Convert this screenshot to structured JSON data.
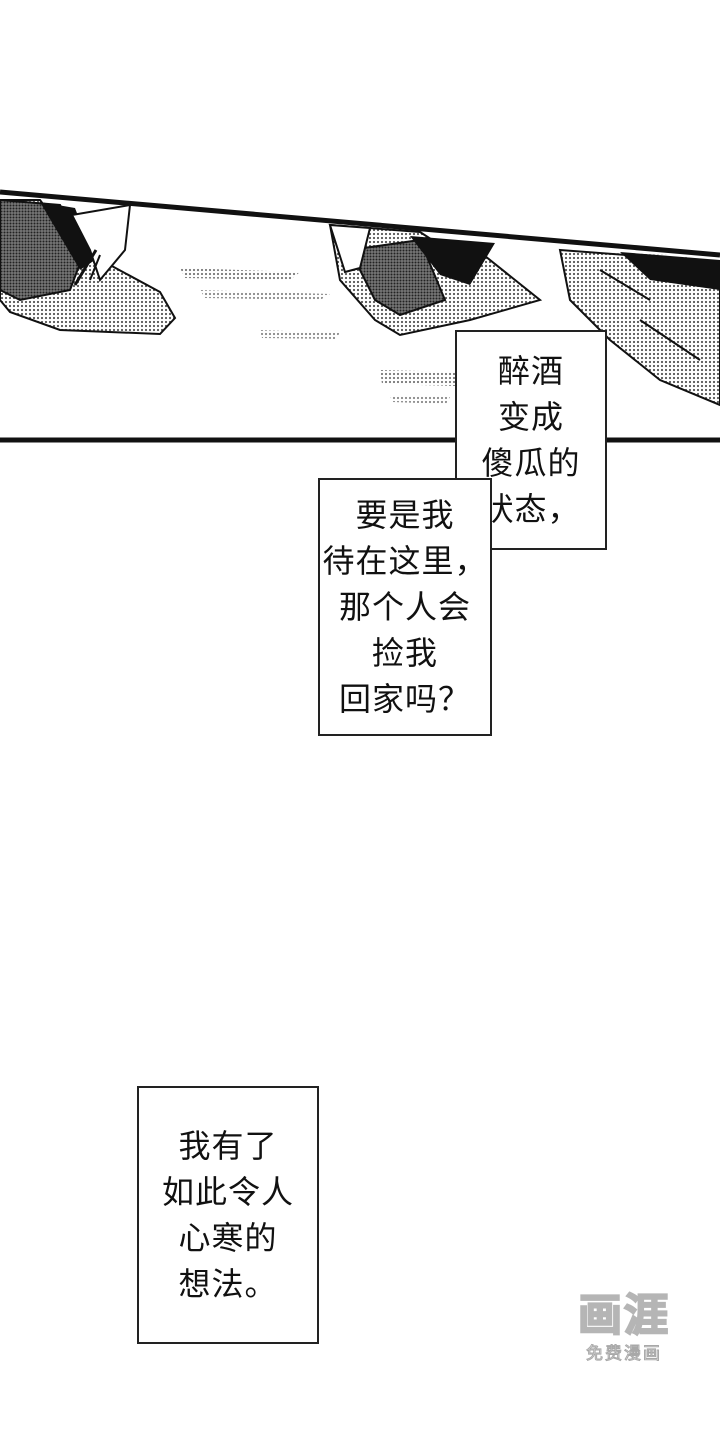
{
  "captions": {
    "first": {
      "lines": [
        "醉酒",
        "变成",
        "傻瓜的",
        "状态，"
      ]
    },
    "second": {
      "lines": [
        "要是我",
        "待在这里，",
        "那个人会",
        "捡我",
        "回家吗？"
      ]
    },
    "third": {
      "lines": [
        "我有了",
        "如此令人",
        "心寒的",
        "想法。"
      ]
    }
  },
  "watermark": {
    "logo": "画涯",
    "subtitle": "免费漫画"
  },
  "colors": {
    "ink": "#111111",
    "screentone": "#8a8a8a",
    "paper": "#ffffff"
  }
}
